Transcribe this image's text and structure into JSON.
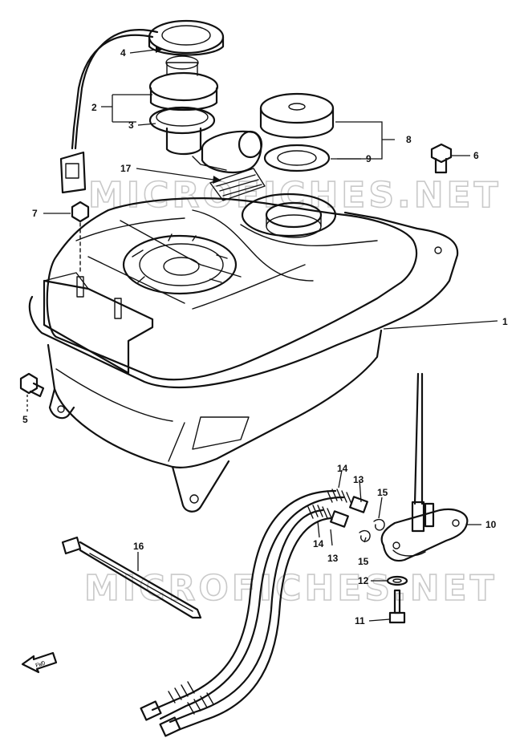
{
  "watermark": [
    "MICROFICHES.NET",
    "MICROFICHES.NET"
  ],
  "direction_marker": "FWD",
  "callouts": [
    "1",
    "2",
    "3",
    "4",
    "5",
    "6",
    "7",
    "8",
    "9",
    "10",
    "11",
    "12",
    "13",
    "13",
    "14",
    "14",
    "15",
    "15",
    "16",
    "17"
  ]
}
